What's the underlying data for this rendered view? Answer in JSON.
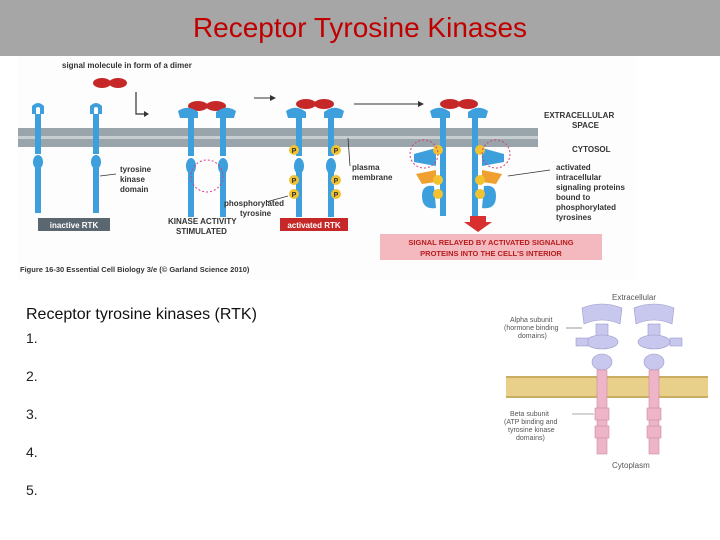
{
  "slide": {
    "title": "Receptor Tyrosine Kinases"
  },
  "figure": {
    "labels": {
      "signal": "signal molecule in form of a dimer",
      "extracellular_space_1": "EXTRACELLULAR",
      "extracellular_space_2": "SPACE",
      "cytosol": "CYTOSOL",
      "tyrosine_kinase_1": "tyrosine",
      "tyrosine_kinase_2": "kinase",
      "tyrosine_kinase_3": "domain",
      "plasma_membrane_1": "plasma",
      "plasma_membrane_2": "membrane",
      "phospho_1": "phosphorylated",
      "phospho_2": "tyrosine",
      "activated_proteins_1": "activated",
      "activated_proteins_2": "intracellular",
      "activated_proteins_3": "signaling proteins",
      "activated_proteins_4": "bound to",
      "activated_proteins_5": "phosphorylated",
      "activated_proteins_6": "tyrosines",
      "inactive_rtk": "inactive RTK",
      "kinase_activity_1": "KINASE ACTIVITY",
      "kinase_activity_2": "STIMULATED",
      "activated_rtk": "activated RTK",
      "signal_relayed_1": "SIGNAL RELAYED BY ACTIVATED SIGNALING",
      "signal_relayed_2": "PROTEINS INTO THE CELL'S INTERIOR",
      "phospho_marker": "P",
      "caption": "Figure 16-30 Essential Cell Biology 3/e (© Garland Science 2010)"
    },
    "colors": {
      "receptor": "#3d9fdc",
      "signal": "#c62828",
      "membrane": "#9aa5ab",
      "highlight": "#f4b8bf",
      "marker": "#f2c230"
    }
  },
  "list": {
    "title": "Receptor tyrosine kinases (RTK)",
    "items": [
      "1.",
      "2.",
      "3.",
      "4.",
      "5."
    ]
  },
  "insulin_receptor": {
    "labels": {
      "extracellular": "Extracellular",
      "alpha_1": "Alpha subunit",
      "alpha_2": "(hormone binding",
      "alpha_3": "domains)",
      "beta_1": "Beta subunit",
      "beta_2": "(ATP binding and",
      "beta_3": "tyrosine kinase",
      "beta_4": "domains)",
      "cytoplasm": "Cytoplasm"
    },
    "colors": {
      "alpha": "#c8c8ee",
      "beta": "#eeb4c8",
      "membrane": "#e8cf8a"
    }
  }
}
